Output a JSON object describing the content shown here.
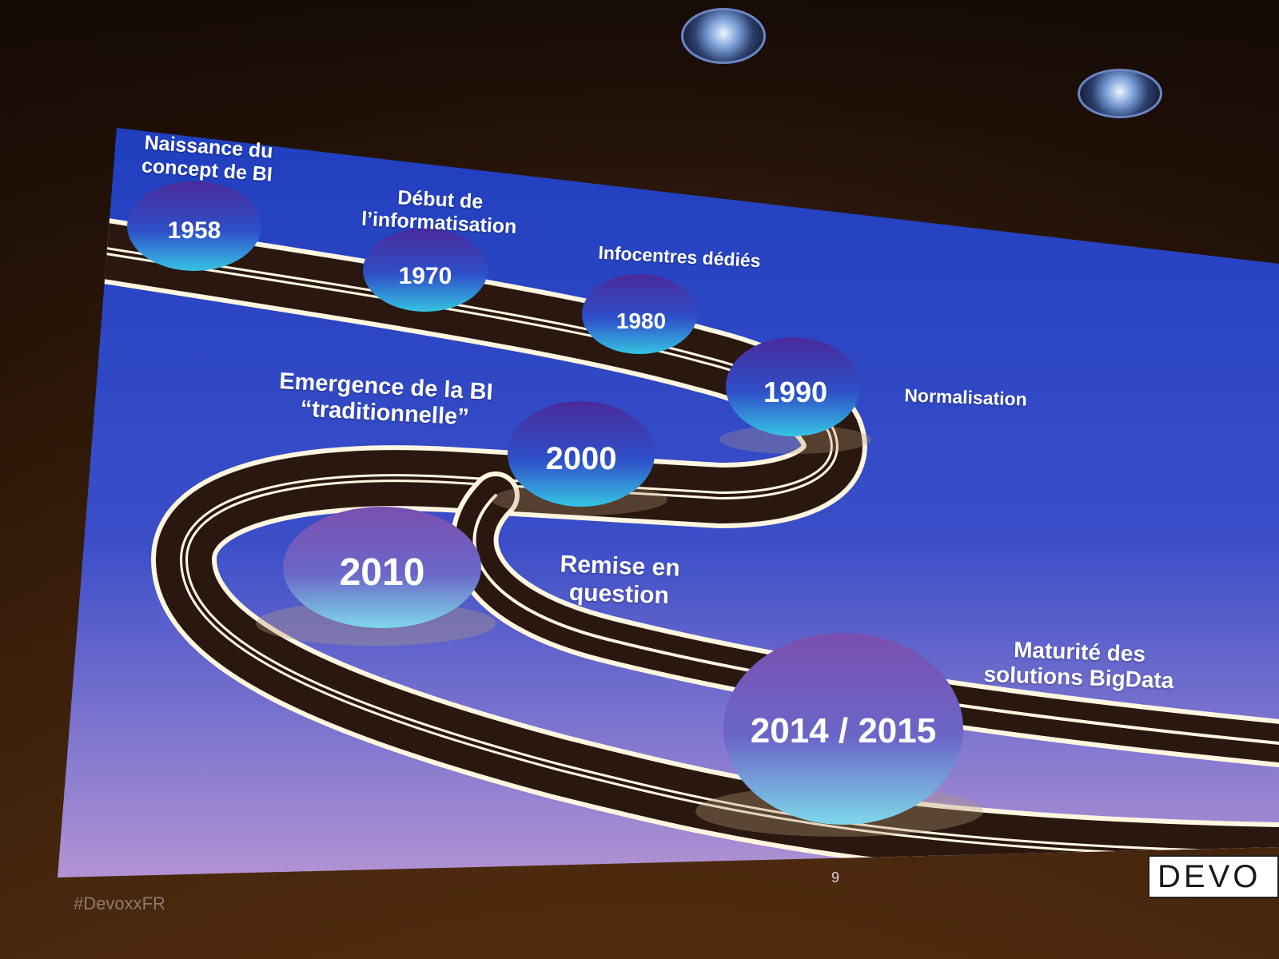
{
  "slide": {
    "milestones": [
      {
        "year": "1958",
        "caption": "Naissance du\nconcept de BI"
      },
      {
        "year": "1970",
        "caption": "Début de\nl’informatisation"
      },
      {
        "year": "1980",
        "caption": "Infocentres dédiés"
      },
      {
        "year": "1990",
        "caption": "Normalisation"
      },
      {
        "year": "2000",
        "caption": "Emergence de la BI\n“traditionnelle”"
      },
      {
        "year": "2010",
        "caption": "Remise en\nquestion"
      },
      {
        "year": "2014 / 2015",
        "caption": "Maturité des\nsolutions BigData"
      }
    ],
    "page_number": "9",
    "logo_text": "DEVO",
    "hashtag": "#DevoxxFR"
  },
  "colors": {
    "slide_blue_top": "#1f3fbf",
    "slide_purple_bottom": "#a98ad0",
    "road": "#2a1810",
    "road_line": "#fff6e0",
    "circle_top": "#3a2a9a",
    "circle_bottom": "#35c0e0"
  }
}
